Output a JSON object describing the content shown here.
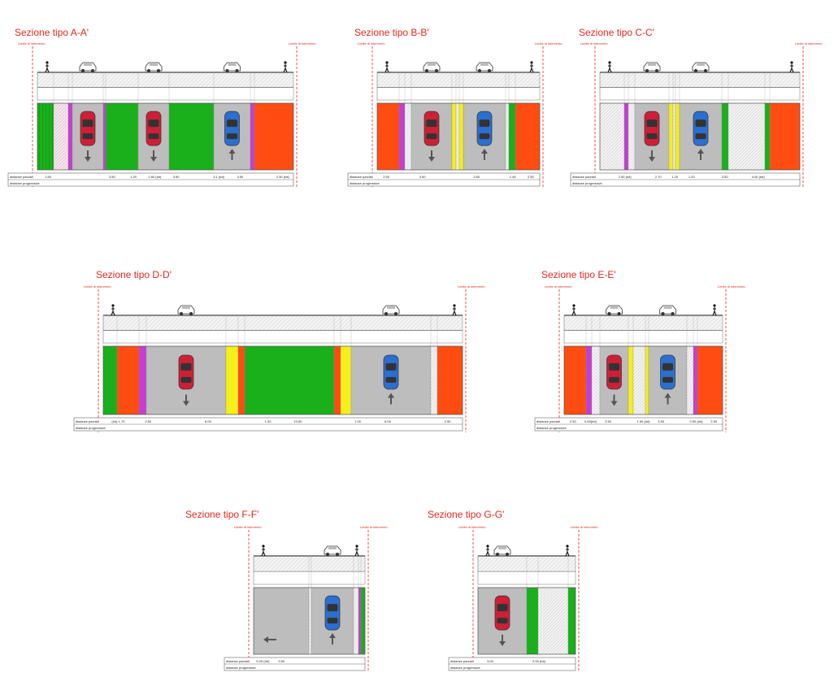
{
  "colors": {
    "title": "#e8261a",
    "limit_line": "#e8261a",
    "lane_grey": "#bdbdbd",
    "green": "#19b01c",
    "orange": "#ff4d12",
    "magenta": "#c33fd1",
    "yellow": "#f5ef1a",
    "pink_hatch": "#f2dfe8",
    "white_hatch": "#eeeeee",
    "car_red": "#cf1f36",
    "car_blue": "#2b6fd0"
  },
  "icons": [
    "red-car-icon",
    "blue-car-icon",
    "pedestrian-icon",
    "car-elevation-icon",
    "arrow-icon"
  ],
  "labels": {
    "limite": "Limite di intervento",
    "distanze_parziali": "distanze parziali",
    "distanze_progressive": "distanze progressive"
  },
  "sections": [
    {
      "id": "A",
      "title": "Sezione tipo A-A'",
      "strips": [
        {
          "type": "green_hatch",
          "w": 20,
          "label": ""
        },
        {
          "type": "pink_hatch",
          "w": 18,
          "label": ""
        },
        {
          "type": "magenta",
          "w": 5,
          "label": ""
        },
        {
          "type": "lane",
          "w": 38,
          "car": "red",
          "dir": "down",
          "label": ""
        },
        {
          "type": "magenta",
          "w": 3,
          "label": ""
        },
        {
          "type": "green",
          "w": 40,
          "label": ""
        },
        {
          "type": "lane",
          "w": 38,
          "car": "red",
          "dir": "down",
          "label": ""
        },
        {
          "type": "green",
          "w": 55,
          "label": ""
        },
        {
          "type": "lane",
          "w": 45,
          "car": "blue",
          "dir": "up",
          "label": ""
        },
        {
          "type": "magenta",
          "w": 5,
          "label": ""
        },
        {
          "type": "orange",
          "w": 48,
          "label": ""
        }
      ],
      "dims": [
        "1.60",
        "",
        "",
        "3.50",
        "1.20",
        "2.60 (tot)",
        "3.50",
        "",
        "3.1 (tot)",
        "3.50",
        "",
        "2.50 (tot)"
      ]
    },
    {
      "id": "B",
      "title": "Sezione tipo B-B'",
      "strips": [
        {
          "type": "orange",
          "w": 27,
          "label": ""
        },
        {
          "type": "magenta",
          "w": 7,
          "label": ""
        },
        {
          "type": "white_hatch",
          "w": 8,
          "label": ""
        },
        {
          "type": "lane",
          "w": 50,
          "car": "red",
          "dir": "down",
          "label": ""
        },
        {
          "type": "yellow",
          "w": 5,
          "label": ""
        },
        {
          "type": "white_hatch",
          "w": 4,
          "label": ""
        },
        {
          "type": "yellow",
          "w": 5,
          "label": ""
        },
        {
          "type": "lane",
          "w": 52,
          "car": "blue",
          "dir": "up",
          "label": ""
        },
        {
          "type": "white_hatch",
          "w": 4,
          "label": ""
        },
        {
          "type": "green",
          "w": 8,
          "label": ""
        },
        {
          "type": "orange",
          "w": 30,
          "label": ""
        }
      ],
      "dims": [
        "2.50",
        "",
        "3.50",
        "",
        "",
        "3.50",
        "",
        "1.45",
        "2.50"
      ]
    },
    {
      "id": "C",
      "title": "Sezione tipo C-C'",
      "strips": [
        {
          "type": "white_hatch",
          "w": 30,
          "label": ""
        },
        {
          "type": "magenta",
          "w": 5,
          "label": ""
        },
        {
          "type": "white_hatch",
          "w": 8,
          "label": ""
        },
        {
          "type": "lane",
          "w": 42,
          "car": "red",
          "dir": "down",
          "label": ""
        },
        {
          "type": "yellow",
          "w": 5,
          "label": ""
        },
        {
          "type": "white_hatch",
          "w": 3,
          "label": ""
        },
        {
          "type": "yellow",
          "w": 5,
          "label": ""
        },
        {
          "type": "lane",
          "w": 52,
          "car": "blue",
          "dir": "up",
          "label": ""
        },
        {
          "type": "green",
          "w": 8,
          "label": ""
        },
        {
          "type": "white_hatch",
          "w": 45,
          "label": ""
        },
        {
          "type": "green",
          "w": 6,
          "label": ""
        },
        {
          "type": "orange",
          "w": 37,
          "label": ""
        }
      ],
      "dims": [
        "",
        "2.50 (tot)",
        "",
        "2.70",
        "1.20",
        "1.20",
        "",
        "3.50",
        "",
        "4.00 (tot)",
        "",
        ""
      ]
    },
    {
      "id": "D",
      "title": "Sezione tipo D-D'",
      "strips": [
        {
          "type": "green",
          "w": 17,
          "label": ""
        },
        {
          "type": "orange",
          "w": 27,
          "label": ""
        },
        {
          "type": "magenta",
          "w": 9,
          "label": ""
        },
        {
          "type": "lane",
          "w": 98,
          "car": "red",
          "dir": "down",
          "label": ""
        },
        {
          "type": "yellow",
          "w": 15,
          "label": ""
        },
        {
          "type": "orange",
          "w": 8,
          "label": ""
        },
        {
          "type": "green",
          "w": 110,
          "label": ""
        },
        {
          "type": "orange",
          "w": 8,
          "label": ""
        },
        {
          "type": "yellow",
          "w": 13,
          "label": ""
        },
        {
          "type": "lane",
          "w": 98,
          "car": "blue",
          "dir": "up",
          "label": ""
        },
        {
          "type": "white_hatch",
          "w": 8,
          "label": ""
        },
        {
          "type": "orange",
          "w": 31,
          "label": ""
        }
      ],
      "dims": [
        "(tot) 1.70",
        "2.50",
        "",
        "6.00",
        "",
        "1.00",
        "10.60",
        "",
        "1.00",
        "6.00",
        "",
        "2.50"
      ]
    },
    {
      "id": "E",
      "title": "Sezione tipo E-E'",
      "strips": [
        {
          "type": "orange",
          "w": 27,
          "label": ""
        },
        {
          "type": "magenta",
          "w": 7,
          "label": ""
        },
        {
          "type": "white_hatch",
          "w": 10,
          "label": ""
        },
        {
          "type": "lane",
          "w": 35,
          "car": "red",
          "dir": "down",
          "label": ""
        },
        {
          "type": "yellow",
          "w": 6,
          "label": ""
        },
        {
          "type": "white_hatch",
          "w": 15,
          "label": ""
        },
        {
          "type": "yellow",
          "w": 4,
          "label": ""
        },
        {
          "type": "lane",
          "w": 47,
          "car": "blue",
          "dir": "up",
          "label": ""
        },
        {
          "type": "white_hatch",
          "w": 8,
          "label": ""
        },
        {
          "type": "magenta",
          "w": 5,
          "label": ""
        },
        {
          "type": "orange",
          "w": 31,
          "label": ""
        }
      ],
      "dims": [
        "2.50",
        "0.60(tot)",
        "3.50",
        "",
        "1.50 (tot)",
        "3.50",
        "",
        "0.50 (tot)",
        "2.50"
      ]
    },
    {
      "id": "F",
      "title": "Sezione tipo F-F'",
      "strips": [
        {
          "type": "lane",
          "w": 68,
          "car": "none",
          "dir": "left",
          "label": ""
        },
        {
          "type": "white_hatch",
          "w": 3,
          "label": ""
        },
        {
          "type": "lane",
          "w": 52,
          "car": "blue",
          "dir": "up",
          "label": ""
        },
        {
          "type": "white_hatch",
          "w": 6,
          "label": ""
        },
        {
          "type": "magenta",
          "w": 3,
          "label": ""
        },
        {
          "type": "green",
          "w": 5,
          "label": ""
        }
      ],
      "dims": [
        "5.00 (tot)",
        "3.50",
        "",
        "",
        "",
        ""
      ]
    },
    {
      "id": "G",
      "title": "Sezione tipo G-G'",
      "strips": [
        {
          "type": "lane",
          "w": 60,
          "car": "red",
          "dir": "down",
          "label": ""
        },
        {
          "type": "green",
          "w": 14,
          "label": ""
        },
        {
          "type": "white_hatch",
          "w": 37,
          "label": ""
        },
        {
          "type": "green",
          "w": 9,
          "label": ""
        }
      ],
      "dims": [
        "3.00",
        "",
        "2.00 (tot)",
        ""
      ]
    }
  ]
}
